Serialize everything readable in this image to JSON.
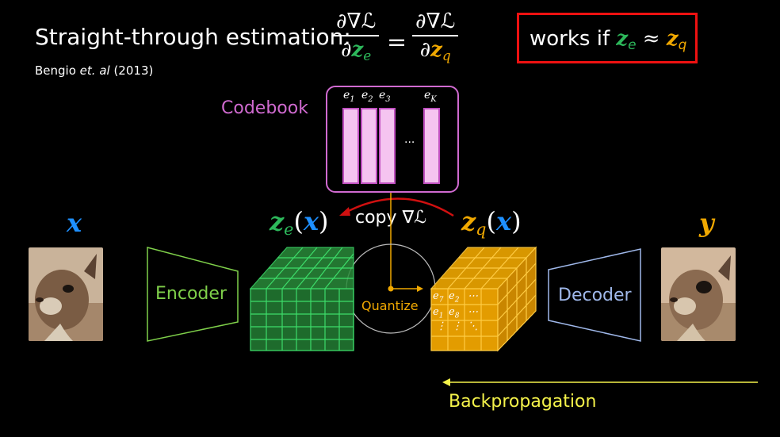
{
  "header": {
    "title": "Straight-through estimation:",
    "citation_prefix": "Bengio ",
    "citation_italic": "et. al",
    "citation_suffix": " (2013)",
    "lhs_numerator": "∂∇ℒ",
    "lhs_denominator_prefix": "∂",
    "lhs_denominator_var": "z",
    "lhs_denominator_sub": "e",
    "equals": "=",
    "rhs_numerator": "∂∇ℒ",
    "rhs_denominator_prefix": "∂",
    "rhs_denominator_var": "z",
    "rhs_denominator_sub": "q"
  },
  "condition": {
    "prefix": "works if ",
    "ze_var": "z",
    "ze_sub": "e",
    "approx": " ≈ ",
    "zq_var": "z",
    "zq_sub": "q"
  },
  "codebook": {
    "label": "Codebook",
    "entries": [
      "e",
      "e",
      "e",
      "e"
    ],
    "entry_subs": [
      "1",
      "2",
      "3",
      "K"
    ],
    "ellipsis": "..."
  },
  "labels": {
    "x": "x",
    "y": "y",
    "ze_var": "z",
    "ze_sub": "e",
    "ze_arg_open": "(",
    "ze_arg": "x",
    "ze_arg_close": ")",
    "zq_var": "z",
    "zq_sub": "q",
    "zq_arg_open": "(",
    "zq_arg": "x",
    "zq_arg_close": ")",
    "copy": "copy ∇ℒ",
    "encoder": "Encoder",
    "decoder": "Decoder",
    "quantize": "Quantize",
    "backprop": "Backpropagation"
  },
  "grid_indices": {
    "row1": [
      "e",
      "e",
      "⋯"
    ],
    "row1_subs": [
      "7",
      "2",
      ""
    ],
    "row2": [
      "e",
      "e",
      "⋯"
    ],
    "row2_subs": [
      "1",
      "8",
      ""
    ],
    "row3": [
      "⋮",
      "⋮",
      "⋱"
    ]
  },
  "colors": {
    "encoder": "#7fd04a",
    "decoder": "#9fb8ea",
    "ze": "#2db85b",
    "zq": "#f0a800",
    "x_var": "#1e90ff",
    "codebook": "#d06ad0",
    "condition_box": "#e11111",
    "copy_arrow": "#d01010",
    "backprop": "#f4f24a"
  }
}
